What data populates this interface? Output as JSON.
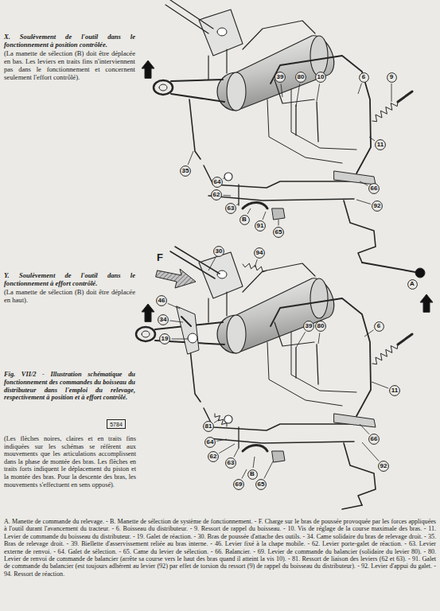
{
  "diagram": {
    "nodes": [
      {
        "text": [
          "39"
        ]
      },
      {
        "text": [
          "80"
        ]
      },
      {
        "text": [
          "10"
        ]
      },
      {
        "text": [
          "6"
        ]
      },
      {
        "text": [
          "9"
        ]
      },
      {
        "text": [
          "11"
        ]
      },
      {
        "text": [
          "35"
        ]
      },
      {
        "text": [
          "64"
        ]
      },
      {
        "text": [
          "62"
        ]
      },
      {
        "text": [
          "63"
        ]
      },
      {
        "text": [
          "B"
        ]
      },
      {
        "text": [
          "91"
        ]
      },
      {
        "text": [
          "65"
        ]
      },
      {
        "text": [
          "66"
        ]
      },
      {
        "text": [
          "92"
        ]
      },
      {
        "text": [
          "A"
        ]
      },
      {
        "text": [
          "30"
        ]
      },
      {
        "text": [
          "94"
        ]
      },
      {
        "text": [
          "46"
        ]
      },
      {
        "text": [
          "34"
        ]
      },
      {
        "text": [
          "19"
        ]
      },
      {
        "text": [
          "39"
        ]
      },
      {
        "text": [
          "80"
        ]
      },
      {
        "text": [
          "6"
        ]
      },
      {
        "text": [
          "11"
        ]
      },
      {
        "text": [
          "81"
        ]
      },
      {
        "text": [
          "64"
        ]
      },
      {
        "text": [
          "62"
        ]
      },
      {
        "text": [
          "63"
        ]
      },
      {
        "text": [
          "66"
        ]
      },
      {
        "text": [
          "92"
        ]
      },
      {
        "text": [
          "69"
        ]
      },
      {
        "text": [
          "B"
        ]
      },
      {
        "text": [
          "65"
        ]
      },
      {
        "text": [
          "5784"
        ]
      }
    ],
    "labels": [
      "X. Soulèvement de l'outil dans le fonctionnement à position contrôlée.",
      "(La manette de sélection (B) doit être déplacée en bas. Les leviers en traits fins n'interviennent pas dans le fonctionnement et concernent seulement l'effort contrôlé).",
      "Y. Soulèvement de l'outil dans le fonctionnement à effort contrôlé.",
      "(La manette de sélection (B) doit être déplacée en haut).",
      "Fig. VII/2 - Illustration schématique du fonctionnement des commandes du boisseau du distributeur dans l'emploi du relevage, respectivement à position et à effort contrôlé.",
      "(Les flèches noires, claires et en traits fins indiquées sur les schémas se réfèrent aux mouvements que les articulations accomplissent dans la phase de montée des bras. Les flèches en traits forts indiquent le déplacement du piston et la montée des bras. Pour la descente des bras, les mouvements s'effectuent en sens opposé).",
      "A. Manette de commande du relevage. - B. Manette de sélection de système de fonctionnement. - F. Charge sur le bras de poussée provoquée par les forces appliquées à l'outil durant l'avancement du tracteur. - 6. Boisseau du distributeur. - 9. Ressort de rappel du boisseau. - 10. Vis de réglage de la course maximale des bras. - 11. Levier de commande du boisseau du distributeur. - 19. Galet de réaction. - 30. Bras de poussée d'attache des outils. - 34. Came solidaire du bras de relevage droit. - 35. Bras de relevage droit. - 39. Biellette d'asservissement reliée au bras interne. - 46. Levier fixé à la chape mobile. - 62. Levier porte-galet de réaction. - 63. Levier externe de renvoi. - 64. Galet de sélection. - 65. Came du levier de sélection. - 66. Balancier. - 69. Levier de commande du balancier (solidaire du levier 80). - 80. Levier de renvoi de commande de balancier (arrête sa course vers le haut des bras quand il atteint la vis 10). - 81. Ressort de liaison des leviers (62 et 63). - 91. Galet de commande du balancier (est toujours adhérent au levier (92) par effet de torsion du ressort (9) de rappel du boisseau du distributeur). - 92. Levier d'appui du galet. - 94. Ressort de réaction.",
      "F"
    ]
  }
}
